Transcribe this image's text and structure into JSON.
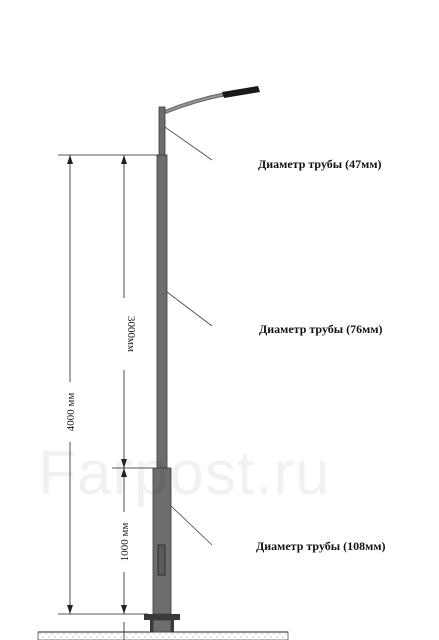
{
  "labels": {
    "pipe_top": "Диаметр трубы (47мм)",
    "pipe_middle": "Диаметр трубы (76мм)",
    "pipe_bottom": "Диаметр трубы (108мм)"
  },
  "dimensions": {
    "total": "4000 мм",
    "upper": "3000мм",
    "lower": "1000 мм"
  },
  "watermark": "Farpost.ru",
  "colors": {
    "pole": "#6d6d6d",
    "pole_dark": "#3a3a3a",
    "lamp": "#1a1a1a",
    "line": "#222222",
    "ground_hatch": "#999999"
  }
}
